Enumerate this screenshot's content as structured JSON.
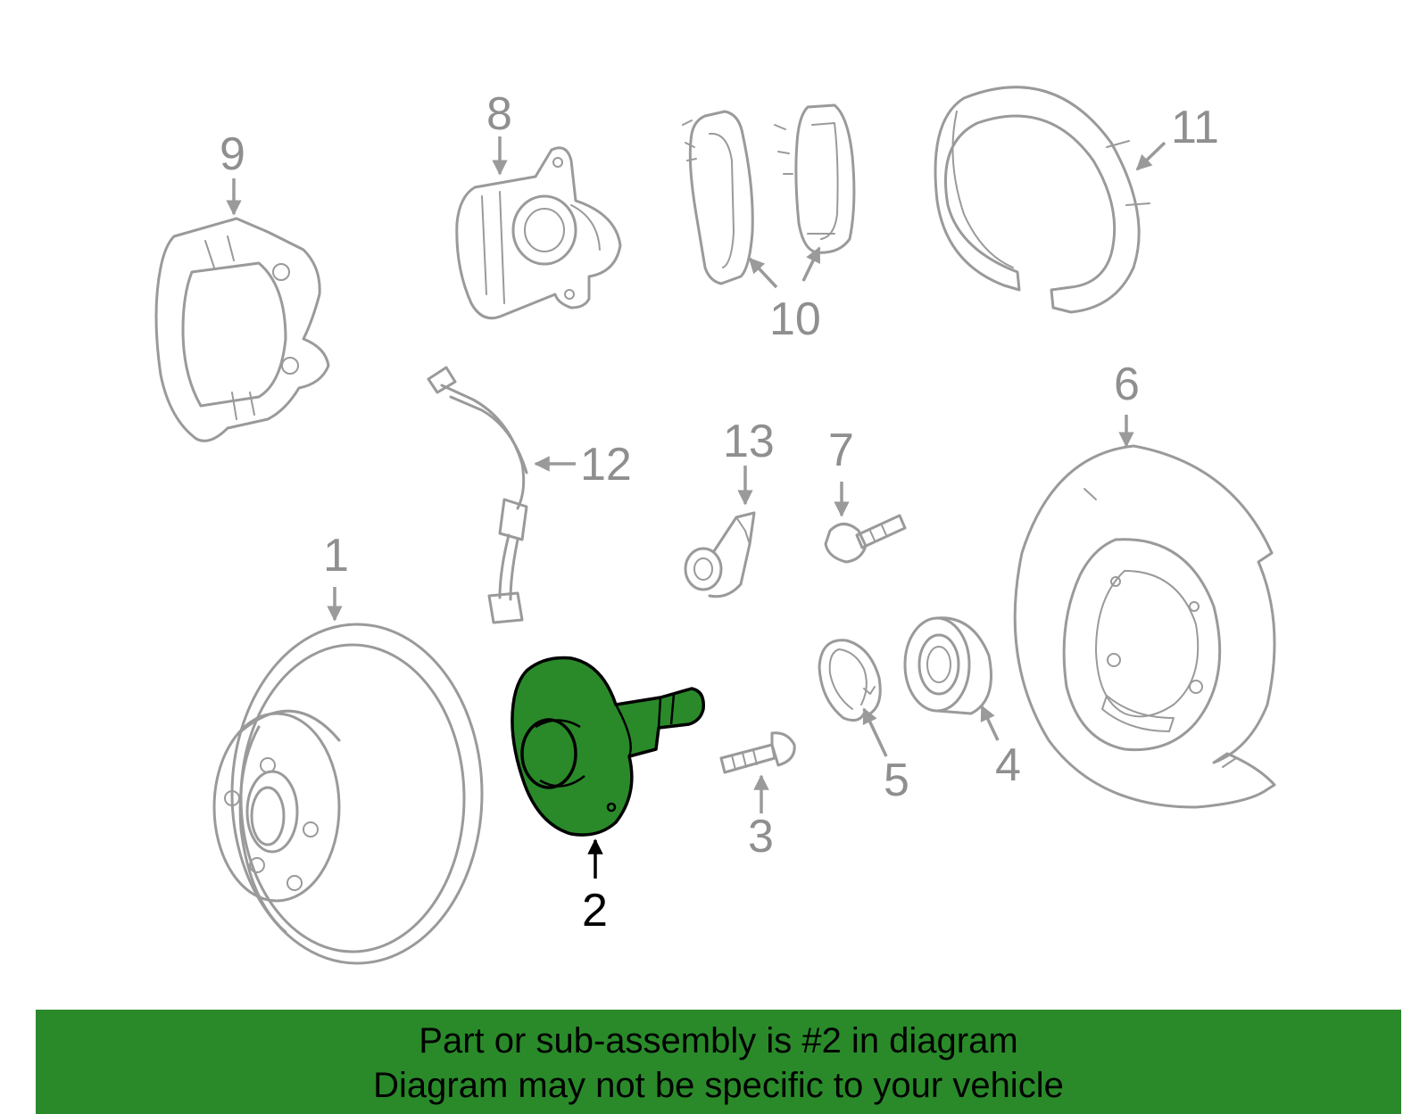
{
  "diagram": {
    "highlight_color": "#2a8a2a",
    "part_color": "#9a9a9a",
    "highlighted_callout": "2",
    "callouts": {
      "c1": "1",
      "c2": "2",
      "c3": "3",
      "c4": "4",
      "c5": "5",
      "c6": "6",
      "c7": "7",
      "c8": "8",
      "c9": "9",
      "c10": "10",
      "c11": "11",
      "c12": "12",
      "c13": "13"
    }
  },
  "banner": {
    "line1": "Part or sub-assembly is #2 in diagram",
    "line2": "Diagram may not be specific to your vehicle"
  }
}
